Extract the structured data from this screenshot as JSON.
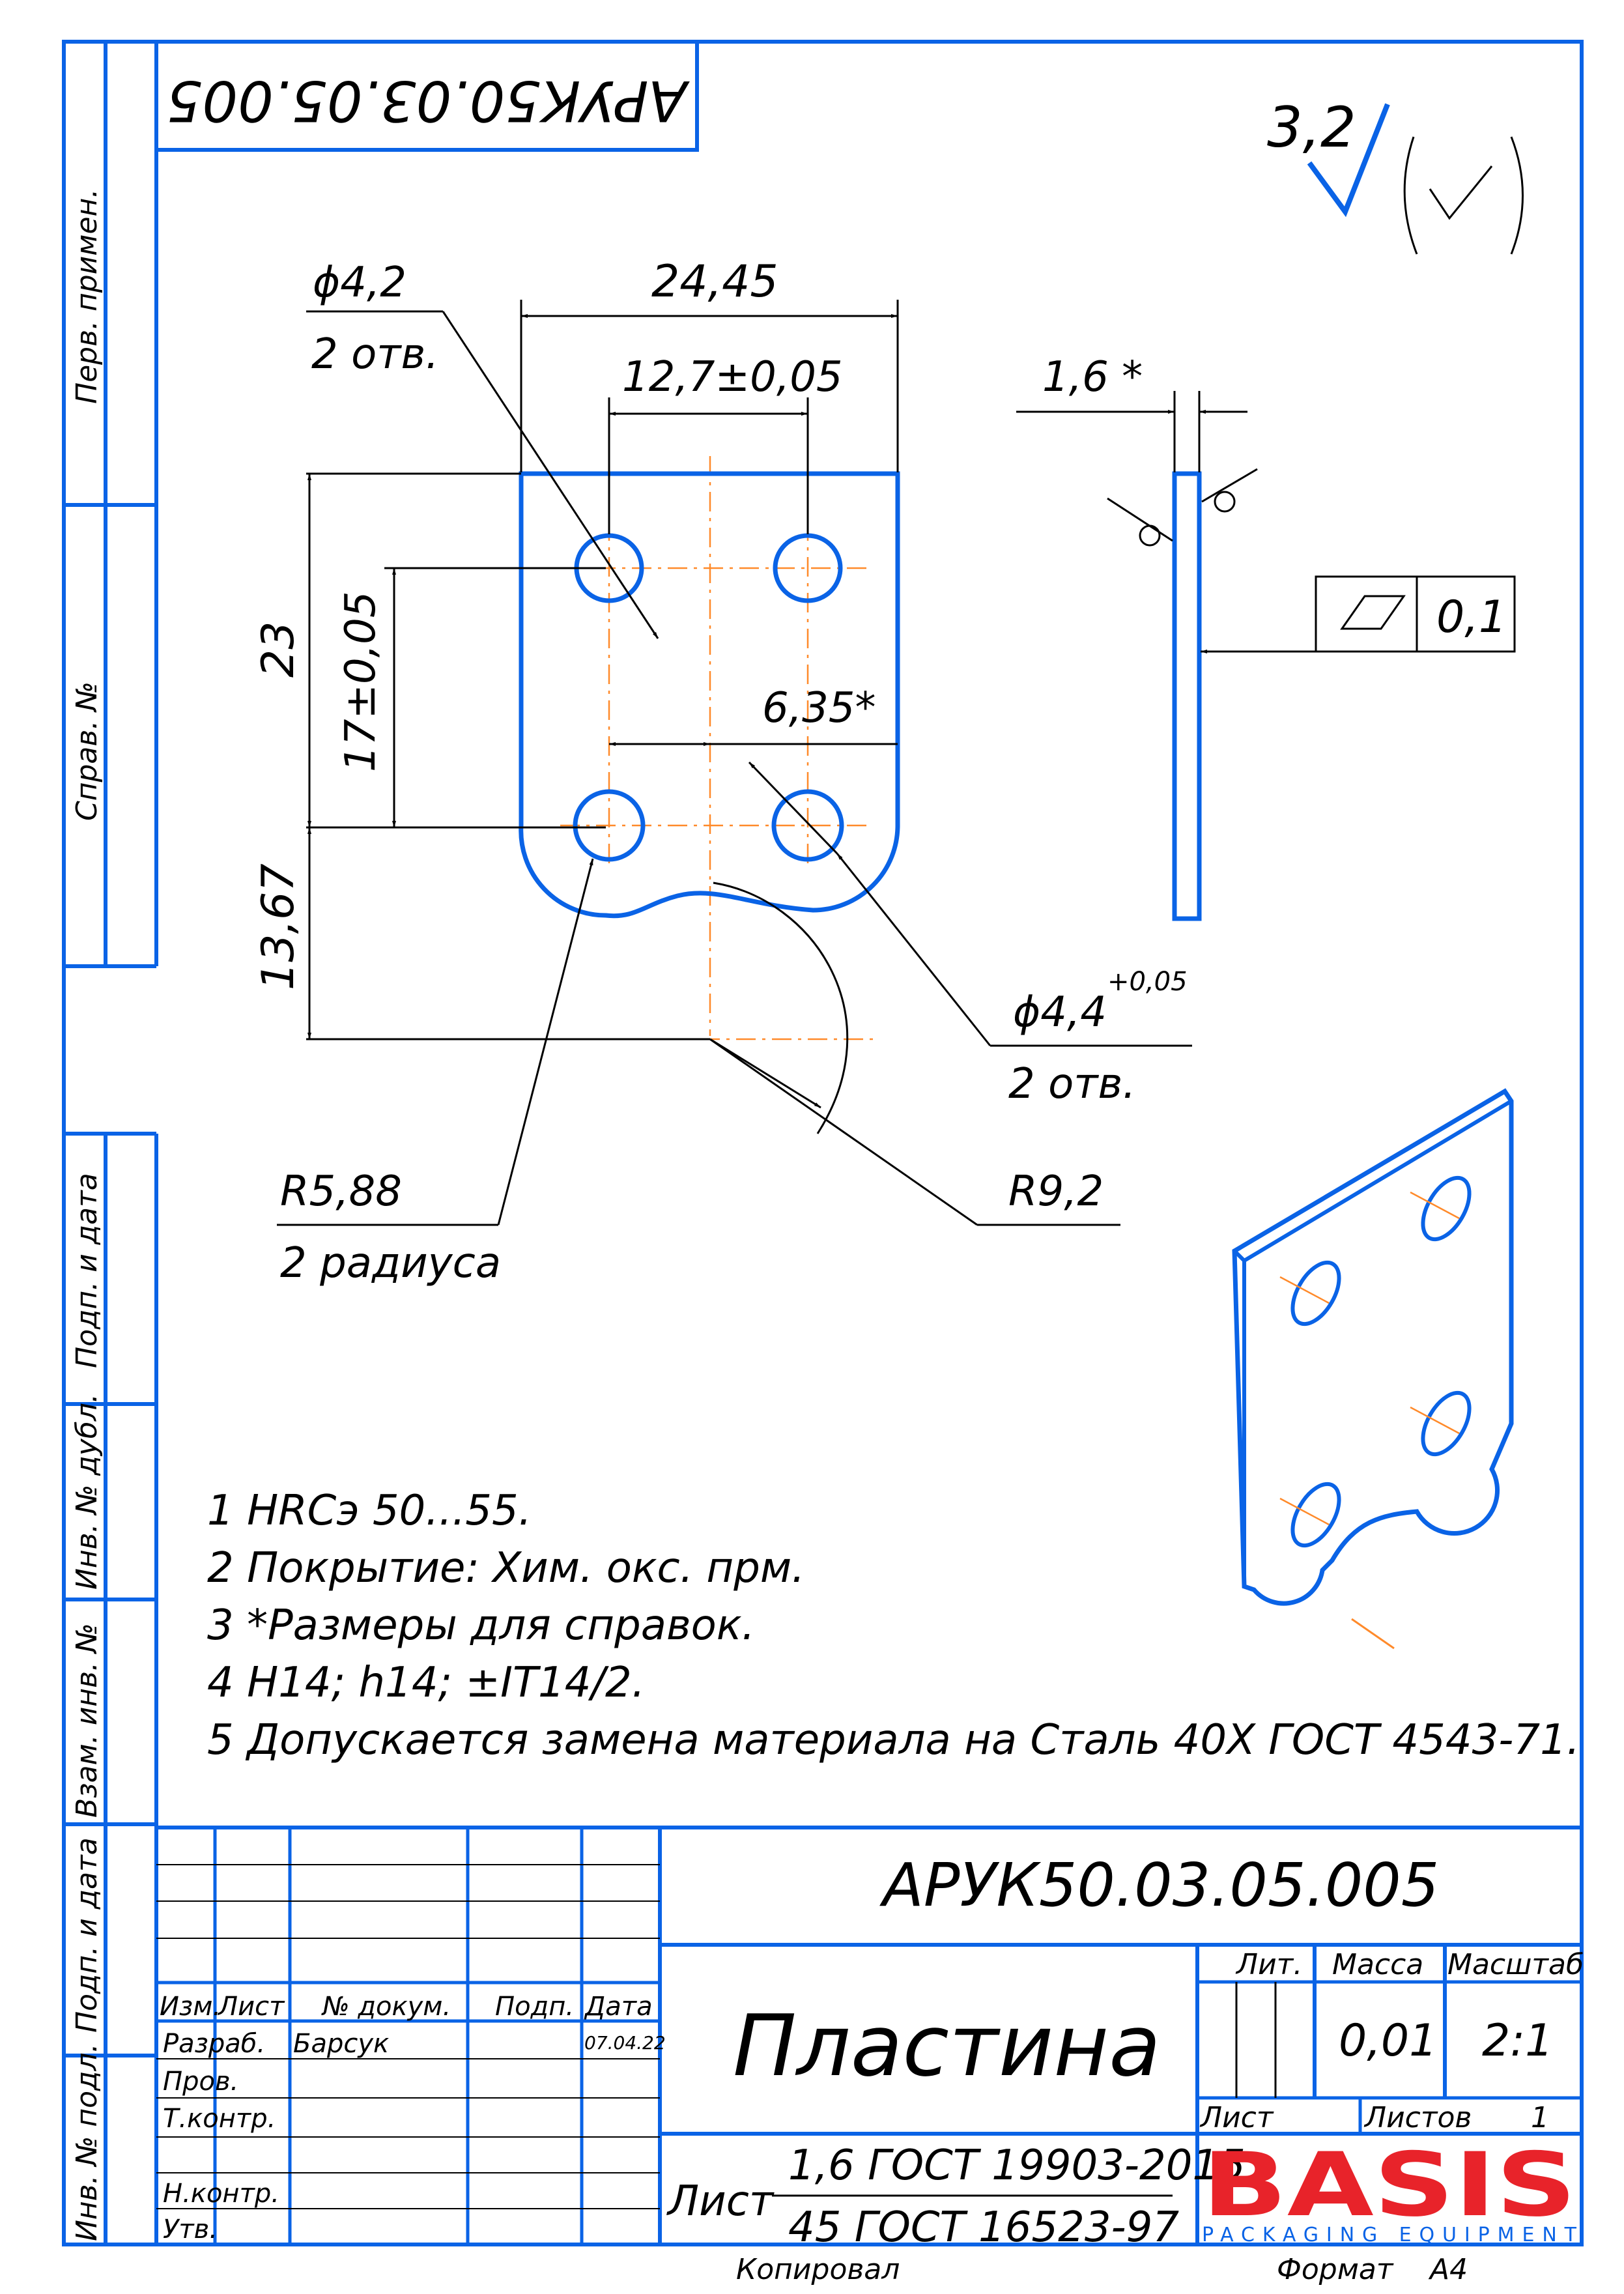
{
  "drawing": {
    "top_designation": "АРУК50.03.05.005",
    "roughness": "3,2",
    "dims": {
      "hole_top": "ϕ4,2",
      "hole_top_count": "2 отв.",
      "width": "24,45",
      "pitch_x": "12,7±0,05",
      "thickness": "1,6 *",
      "height": "23",
      "pitch_y": "17±0,05",
      "half_pitch": "6,35*",
      "lower": "13,67",
      "hole_bottom": "ϕ4,4",
      "hole_bottom_tol": "+0,05",
      "hole_bottom_count": "2 отв.",
      "radius_small": "R5,88",
      "radius_small_count": "2 радиуса",
      "radius_big": "R9,2",
      "flatness": "0,1"
    },
    "notes": [
      "1 HRCэ 50...55.",
      "2 Покрытие: Хим. окс. прм.",
      "3  *Размеры для справок.",
      "4  H14; h14; ±IT14/2.",
      "5 Допускается замена материала на Сталь 40Х ГОСТ 4543-71."
    ]
  },
  "side_columns": {
    "top": [
      "Перв. примен.",
      "Справ. №"
    ],
    "bottom": [
      "Подп. и дата",
      "Инв. № дубл.",
      "Взам. инв. №",
      "Подп. и дата",
      "Инв. № подл."
    ]
  },
  "title_block": {
    "designation": "АРУК50.03.05.005",
    "name": "Пластина",
    "headers": {
      "izm": "Изм.",
      "list": "Лист",
      "doc": "№ докум.",
      "sign": "Подп.",
      "date": "Дата"
    },
    "rows": {
      "razrab": "Разраб.",
      "prov": "Пров.",
      "tkontr": "Т.контр.",
      "nkontr": "Н.контр.",
      "utv": "Утв."
    },
    "developer": "Барсук",
    "date": "07.04.22",
    "lit_label": "Лит.",
    "mass_label": "Масса",
    "scale_label": "Масштаб",
    "mass": "0,01",
    "scale": "2:1",
    "sheet_label": "Лист",
    "sheets_label": "Листов",
    "sheets": "1",
    "material_prefix": "Лист",
    "material_top": "1,6 ГОСТ 19903-2015",
    "material_bottom": "45 ГОСТ 16523-97"
  },
  "logo": {
    "name": "BASIS",
    "tagline": "PACKAGING EQUIPMENT",
    "color": "#e8232a"
  },
  "footer": {
    "copied": "Копировал",
    "format_label": "Формат",
    "format": "A4"
  },
  "colors": {
    "frame": "#0a63e6",
    "axis": "#ff8a2a",
    "text": "#000000"
  }
}
